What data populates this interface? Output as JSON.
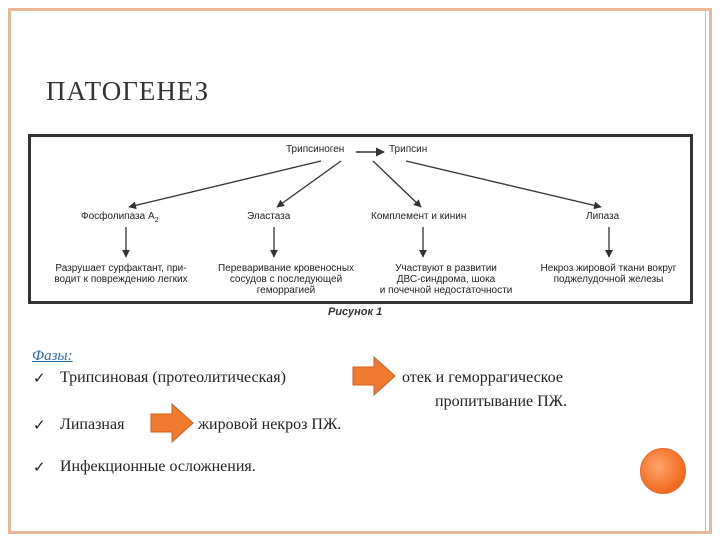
{
  "slide": {
    "title": "ПАТОГЕНЕЗ"
  },
  "figure": {
    "top_node_left": "Трипсиноген",
    "top_node_right": "Трипсин",
    "enzymes": [
      "Фосфолипаза А",
      "Эластаза",
      "Комплемент и кинин",
      "Липаза"
    ],
    "enzyme_subscript": "2",
    "effects": [
      "Разрушает сурфактант, при-\nводит к повреждению легких",
      "Переваривание кровеносных\nсосудов с последующей\nгеморрагией",
      "Участвуют в развитии\nДВС-синдрома, шока\nи почечной недостаточности",
      "Некроз жировой ткани вокруг\nподжелудочной железы"
    ],
    "caption": "Рисунок 1"
  },
  "phases": {
    "heading": "Фазы:",
    "items": [
      {
        "check": "✓",
        "label": "Трипсиновая (протеолитическая)",
        "result_line1": "отек и геморрагическое",
        "result_line2": "пропитывание ПЖ."
      },
      {
        "check": "✓",
        "label": "Липазная",
        "result_line1": "жировой некроз ПЖ."
      },
      {
        "check": "✓",
        "label": "Инфекционные осложнения."
      }
    ]
  },
  "colors": {
    "frame": "#e8b79a",
    "accent_orange": "#f07a30",
    "heading_blue": "#2a6aa8"
  }
}
